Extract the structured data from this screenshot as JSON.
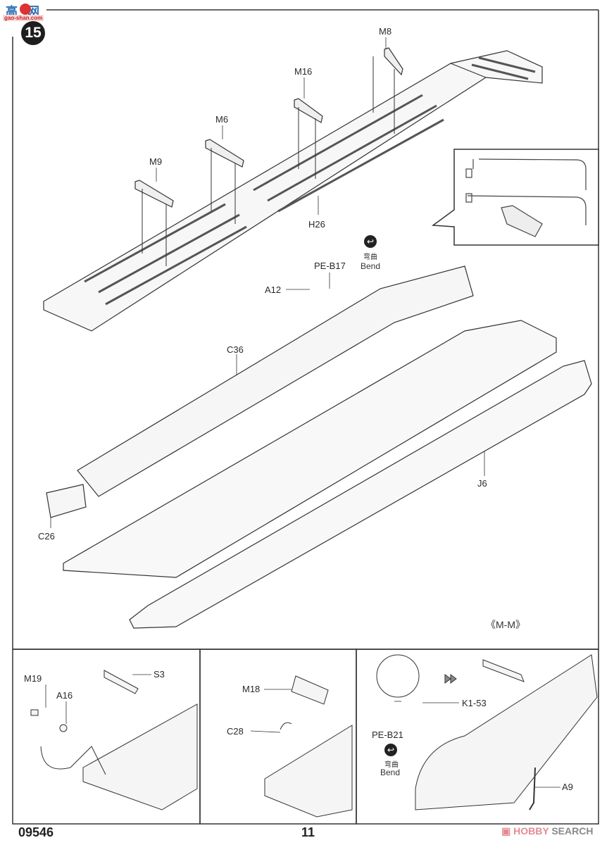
{
  "site_logo": {
    "text_cn": "高网",
    "url_text": "gao-shan.com"
  },
  "step": {
    "number": "15"
  },
  "main_labels": {
    "m8": "M8",
    "m16": "M16",
    "m6": "M6",
    "m9": "M9",
    "h26": "H26",
    "pe_b17": "PE-B17",
    "a12": "A12",
    "c36": "C36",
    "c26": "C26",
    "j6": "J6"
  },
  "bend_top": {
    "cn": "弯曲",
    "en": "Bend",
    "icon": "bend-icon"
  },
  "section_tag": "《M-M》",
  "panel_left": {
    "m19": "M19",
    "a16": "A16",
    "s3": "S3"
  },
  "panel_middle": {
    "m18": "M18",
    "c28": "C28"
  },
  "panel_right": {
    "k1_53": "K1-53",
    "pe_b21": "PE-B21",
    "a9": "A9",
    "bend_cn": "弯曲",
    "bend_en": "Bend"
  },
  "footer": {
    "code": "09546",
    "page": "11",
    "watermark_brand": "HOBBY",
    "watermark_rest": "SEARCH"
  }
}
